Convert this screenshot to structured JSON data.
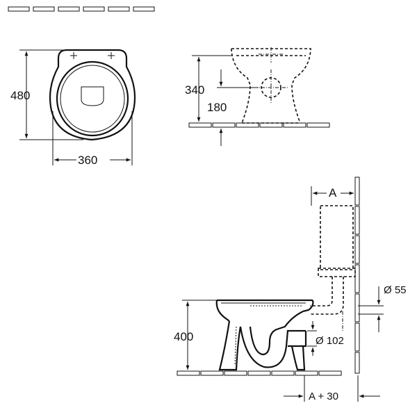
{
  "top_view": {
    "depth_label": "480",
    "width_label": "360"
  },
  "front_view": {
    "total_height_label": "340",
    "outlet_height_label": "180"
  },
  "side_view": {
    "tank_offset_label": "A",
    "inlet_diameter_label": "Ø 55",
    "rim_height_label": "400",
    "outlet_diameter_label": "Ø 102",
    "outlet_offset_label": "A + 30"
  },
  "colors": {
    "line": "#111111",
    "background": "#ffffff"
  }
}
